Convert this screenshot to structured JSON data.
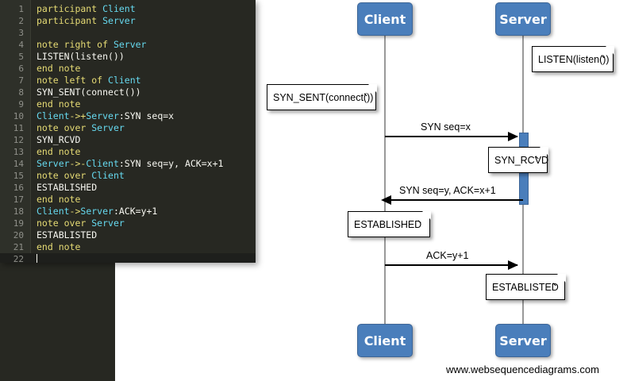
{
  "editor": {
    "lines": [
      {
        "n": "1",
        "tokens": [
          {
            "c": "k",
            "t": "participant "
          },
          {
            "c": "p",
            "t": "Client"
          }
        ]
      },
      {
        "n": "2",
        "tokens": [
          {
            "c": "k",
            "t": "participant "
          },
          {
            "c": "p",
            "t": "Server"
          }
        ]
      },
      {
        "n": "3",
        "tokens": []
      },
      {
        "n": "4",
        "tokens": [
          {
            "c": "k",
            "t": "note right of "
          },
          {
            "c": "p",
            "t": "Server"
          }
        ]
      },
      {
        "n": "5",
        "tokens": [
          {
            "c": "t",
            "t": "LISTEN(listen())"
          }
        ]
      },
      {
        "n": "6",
        "tokens": [
          {
            "c": "k",
            "t": "end note"
          }
        ]
      },
      {
        "n": "7",
        "tokens": [
          {
            "c": "k",
            "t": "note left of "
          },
          {
            "c": "p",
            "t": "Client"
          }
        ]
      },
      {
        "n": "8",
        "tokens": [
          {
            "c": "t",
            "t": "SYN_SENT(connect())"
          }
        ]
      },
      {
        "n": "9",
        "tokens": [
          {
            "c": "k",
            "t": "end note"
          }
        ]
      },
      {
        "n": "10",
        "tokens": [
          {
            "c": "p",
            "t": "Client"
          },
          {
            "c": "ar",
            "t": "->+"
          },
          {
            "c": "p",
            "t": "Server"
          },
          {
            "c": "t",
            "t": ":SYN seq=x"
          }
        ]
      },
      {
        "n": "11",
        "tokens": [
          {
            "c": "k",
            "t": "note over "
          },
          {
            "c": "p",
            "t": "Server"
          }
        ]
      },
      {
        "n": "12",
        "tokens": [
          {
            "c": "t",
            "t": "SYN_RCVD"
          }
        ]
      },
      {
        "n": "13",
        "tokens": [
          {
            "c": "k",
            "t": "end note"
          }
        ]
      },
      {
        "n": "14",
        "tokens": [
          {
            "c": "p",
            "t": "Server"
          },
          {
            "c": "ar",
            "t": "->-"
          },
          {
            "c": "p",
            "t": "Client"
          },
          {
            "c": "t",
            "t": ":SYN seq=y, ACK=x+1"
          }
        ]
      },
      {
        "n": "15",
        "tokens": [
          {
            "c": "k",
            "t": "note over "
          },
          {
            "c": "p",
            "t": "Client"
          }
        ]
      },
      {
        "n": "16",
        "tokens": [
          {
            "c": "t",
            "t": "ESTABLISHED"
          }
        ]
      },
      {
        "n": "17",
        "tokens": [
          {
            "c": "k",
            "t": "end note"
          }
        ]
      },
      {
        "n": "18",
        "tokens": [
          {
            "c": "p",
            "t": "Client"
          },
          {
            "c": "ar",
            "t": "->"
          },
          {
            "c": "p",
            "t": "Server"
          },
          {
            "c": "t",
            "t": ":ACK=y+1"
          }
        ]
      },
      {
        "n": "19",
        "tokens": [
          {
            "c": "k",
            "t": "note over "
          },
          {
            "c": "p",
            "t": "Server"
          }
        ]
      },
      {
        "n": "20",
        "tokens": [
          {
            "c": "t",
            "t": "ESTABLISTED"
          }
        ]
      },
      {
        "n": "21",
        "tokens": [
          {
            "c": "k",
            "t": "end note"
          }
        ]
      },
      {
        "n": "22",
        "tokens": [],
        "cursor": true
      }
    ],
    "colors": {
      "background": "#272822",
      "gutter": "#2e3029",
      "line_number": "#8f908a",
      "keyword": "#e6db74",
      "participant": "#66d9ef",
      "text": "#f8f8f2",
      "current_line": "#1e1f1c"
    }
  },
  "diagram": {
    "colors": {
      "actor_fill": "#4a7ebb",
      "actor_border": "#3c6597",
      "actor_text": "#ffffff",
      "lifeline": "#999999",
      "note_fill": "#ffffff",
      "note_border": "#000000",
      "message": "#000000"
    },
    "actors": [
      {
        "name": "Client",
        "label": "Client"
      },
      {
        "name": "Server",
        "label": "Server"
      }
    ],
    "actors_bottom": [
      {
        "name": "Client",
        "label": "Client"
      },
      {
        "name": "Server",
        "label": "Server"
      }
    ],
    "notes": [
      {
        "id": "listen",
        "text": "LISTEN(listen())"
      },
      {
        "id": "syn-sent",
        "text": "SYN_SENT(connect())"
      },
      {
        "id": "syn-rcvd",
        "text": "SYN_RCVD"
      },
      {
        "id": "established-c",
        "text": "ESTABLISHED"
      },
      {
        "id": "established-s",
        "text": "ESTABLISTED"
      }
    ],
    "messages": [
      {
        "id": "syn",
        "label": "SYN seq=x",
        "direction": "right"
      },
      {
        "id": "syn-ack",
        "label": "SYN seq=y, ACK=x+1",
        "direction": "left"
      },
      {
        "id": "ack",
        "label": "ACK=y+1",
        "direction": "right"
      }
    ],
    "watermark": "www.websequencediagrams.com"
  }
}
